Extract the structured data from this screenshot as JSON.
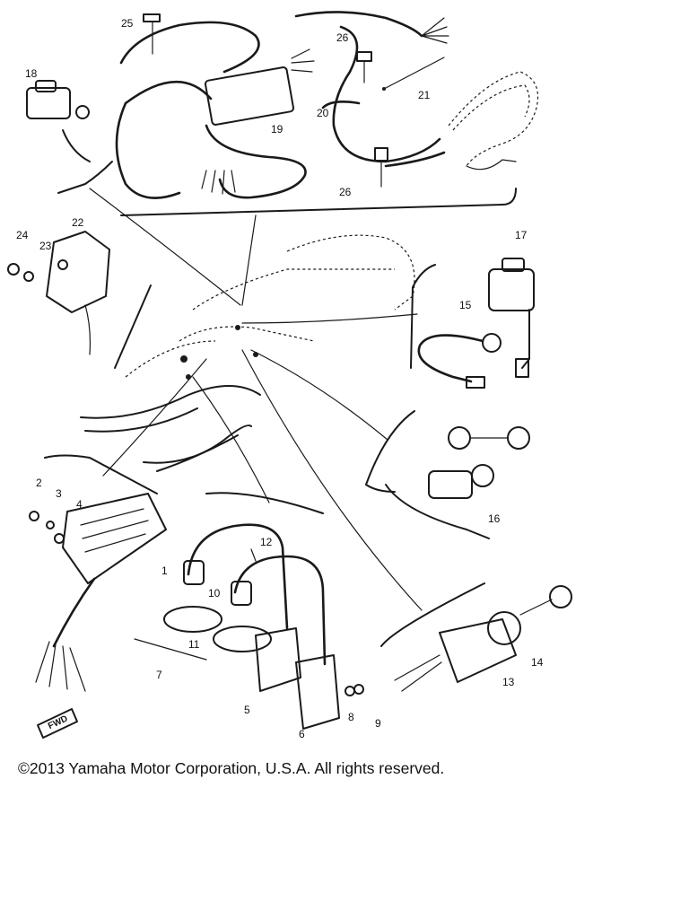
{
  "diagram": {
    "callouts": [
      {
        "id": "1",
        "label": "1"
      },
      {
        "id": "2",
        "label": "2"
      },
      {
        "id": "3",
        "label": "3"
      },
      {
        "id": "4",
        "label": "4"
      },
      {
        "id": "5",
        "label": "5"
      },
      {
        "id": "6",
        "label": "6"
      },
      {
        "id": "7",
        "label": "7"
      },
      {
        "id": "8",
        "label": "8"
      },
      {
        "id": "9",
        "label": "9"
      },
      {
        "id": "10",
        "label": "10"
      },
      {
        "id": "11",
        "label": "11"
      },
      {
        "id": "12",
        "label": "12"
      },
      {
        "id": "13",
        "label": "13"
      },
      {
        "id": "14",
        "label": "14"
      },
      {
        "id": "15",
        "label": "15"
      },
      {
        "id": "16",
        "label": "16"
      },
      {
        "id": "17",
        "label": "17"
      },
      {
        "id": "18",
        "label": "18"
      },
      {
        "id": "19",
        "label": "19"
      },
      {
        "id": "20",
        "label": "20"
      },
      {
        "id": "21",
        "label": "21"
      },
      {
        "id": "22",
        "label": "22"
      },
      {
        "id": "23",
        "label": "23"
      },
      {
        "id": "24",
        "label": "24"
      },
      {
        "id": "25",
        "label": "25"
      },
      {
        "id": "26a",
        "label": "26"
      },
      {
        "id": "26b",
        "label": "26"
      }
    ],
    "direction_marker": "FWD"
  },
  "footer": {
    "copyright": "©2013 Yamaha Motor Corporation, U.S.A. All rights reserved."
  }
}
